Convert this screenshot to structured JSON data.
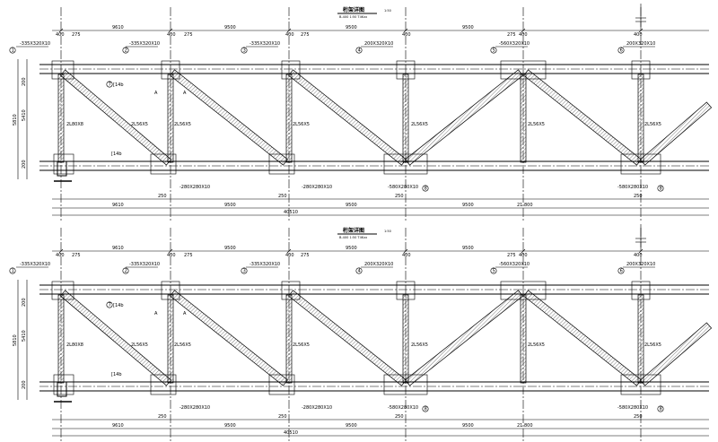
{
  "panels": [
    {
      "title": "桁架详图",
      "scale_note": "1:50",
      "sub_note": "B-400 1:50 T4Kxx",
      "top_dims": [
        "9610",
        "9500",
        "9500",
        "9500"
      ],
      "left_dims": [
        "200",
        "5410",
        "200"
      ],
      "left_total": "5810",
      "end_label_left": "400",
      "end_label_right": "400",
      "bottom_overall": "40510",
      "bottom_mid": "21 800",
      "bottom_spans": [
        "9610",
        "9500",
        "9500",
        "9500"
      ],
      "bottom_small": [
        "250",
        "250",
        "250",
        "250"
      ],
      "angle_note": "275",
      "plates": [
        "-335X320X10",
        "-335X320X10",
        "-335X320X10",
        "200X320X10",
        "-560X320X10",
        "200X320X10"
      ],
      "bot_plates": [
        "-280X280X10",
        "-280X280X10",
        "-580X280X10",
        "-580X280X10"
      ],
      "diag_labels": [
        "2L56X5",
        "2L56X5",
        "2L56X5",
        "2L56X5",
        "2L56X5",
        "2L56X5"
      ],
      "vert_label": "2L80X8",
      "chord_top": "[14b",
      "chord_bot": "[14b",
      "section_mark": "A",
      "circle_nums": [
        "1",
        "2",
        "3",
        "4",
        "5",
        "6",
        "7",
        "8"
      ]
    },
    {
      "title": "桁架详图",
      "scale_note": "1:50",
      "sub_note": "B-400 1:50 T4Kxx",
      "top_dims": [
        "9610",
        "9500",
        "9500",
        "9500"
      ],
      "left_dims": [
        "200",
        "5410",
        "200"
      ],
      "left_total": "5810",
      "end_label_left": "400",
      "end_label_right": "400",
      "bottom_overall": "40510",
      "bottom_mid": "21 800",
      "bottom_spans": [
        "9610",
        "9500",
        "9500",
        "9500"
      ],
      "bottom_small": [
        "250",
        "250",
        "250",
        "250"
      ],
      "angle_note": "275",
      "plates": [
        "-335X320X10",
        "-335X320X10",
        "-335X320X10",
        "200X320X10",
        "-560X320X10",
        "200X320X10"
      ],
      "bot_plates": [
        "-280X280X10",
        "-280X280X10",
        "-580X280X10",
        "-580X280X10"
      ],
      "diag_labels": [
        "2L56X5",
        "2L56X5",
        "2L56X5",
        "2L56X5",
        "2L56X5",
        "2L56X5"
      ],
      "vert_label": "2L80X8",
      "chord_top": "[14b",
      "chord_bot": "[14b",
      "section_mark": "A",
      "circle_nums": [
        "1",
        "2",
        "3",
        "4",
        "5",
        "6",
        "7",
        "8"
      ]
    }
  ]
}
